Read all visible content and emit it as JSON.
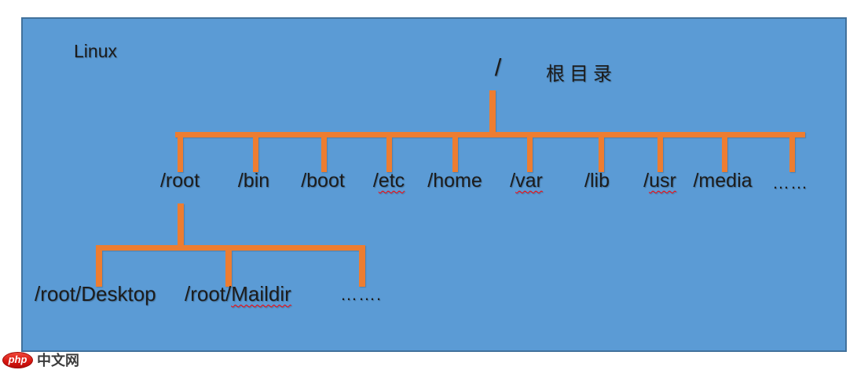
{
  "diagram": {
    "title": "Linux",
    "root": {
      "label": "/",
      "annotation": "根目录"
    },
    "level1": [
      {
        "prefix": "/",
        "name": "root",
        "squiggle": false
      },
      {
        "prefix": "/",
        "name": "bin",
        "squiggle": false
      },
      {
        "prefix": "/",
        "name": "boot",
        "squiggle": false
      },
      {
        "prefix": "/",
        "name": "etc",
        "squiggle": true
      },
      {
        "prefix": "/",
        "name": "home",
        "squiggle": false
      },
      {
        "prefix": "/",
        "name": "var",
        "squiggle": true
      },
      {
        "prefix": "/",
        "name": "lib",
        "squiggle": false
      },
      {
        "prefix": "/",
        "name": "usr",
        "squiggle": true
      },
      {
        "prefix": "/",
        "name": "media",
        "squiggle": false
      },
      {
        "prefix": "",
        "name": "……",
        "squiggle": false
      }
    ],
    "level2_parent": "/root",
    "level2": [
      {
        "prefix": "/root/",
        "name": "Desktop",
        "squiggle": false
      },
      {
        "prefix": "/root/",
        "name": "Maildir",
        "squiggle": true
      },
      {
        "prefix": "",
        "name": "…….",
        "squiggle": false
      }
    ],
    "colors": {
      "panel_background": "#5b9bd5",
      "panel_border": "#41719c",
      "connector_line": "#ed7d31",
      "text": "#1c1c1c",
      "spellcheck_squiggle": "#ff0000"
    }
  },
  "watermark": {
    "logo_text": "php",
    "site_text": "中文网",
    "logo_color": "#e32119"
  }
}
